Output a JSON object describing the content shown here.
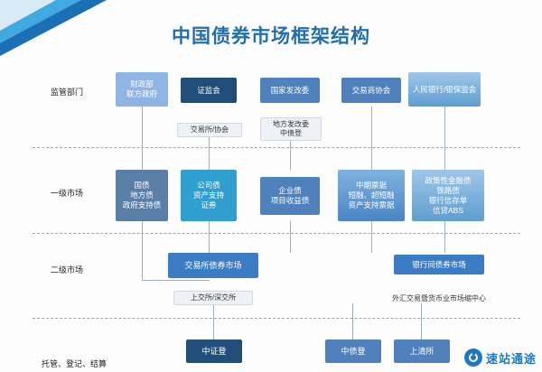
{
  "page": {
    "title": "中国债券市场框架结构",
    "accent": "#1f6fb0",
    "logo_text": "速站通途",
    "logo_icon": "compass-icon"
  },
  "row_labels": [
    {
      "label": "监管部门"
    },
    {
      "label": "一级市场"
    },
    {
      "label": "二级市场"
    },
    {
      "label": "托管、登记、结算"
    }
  ],
  "regulators": [
    {
      "label": "财政部\n联方政府"
    },
    {
      "label": "证监会"
    },
    {
      "label": "国家发改委"
    },
    {
      "label": "交易商协会"
    },
    {
      "label": "人民银行/银保监会"
    }
  ],
  "regulator_tags": [
    {
      "label": "交易所/协会"
    },
    {
      "label": "地方发改委\n中债登"
    }
  ],
  "primary_market": [
    {
      "label": "国债\n地方债\n政府支持债"
    },
    {
      "label": "公司债\n资产支持\n证券"
    },
    {
      "label": "企业债\n项目收益债"
    },
    {
      "label": "中期票据\n短融、超短融\n资产支持票据"
    },
    {
      "label": "政策性金融债\n铁路债\n银行信存单\n信贷ABS"
    }
  ],
  "secondary_market": [
    {
      "label": "交易所债券市场"
    },
    {
      "label": "银行间债券市场"
    }
  ],
  "secondary_sub": [
    {
      "label": "上交所/深交所"
    },
    {
      "label": "外汇交易暨货币业市场缩中心"
    }
  ],
  "custody": [
    {
      "label": "中证登"
    },
    {
      "label": "中债登"
    },
    {
      "label": "上清所"
    }
  ]
}
